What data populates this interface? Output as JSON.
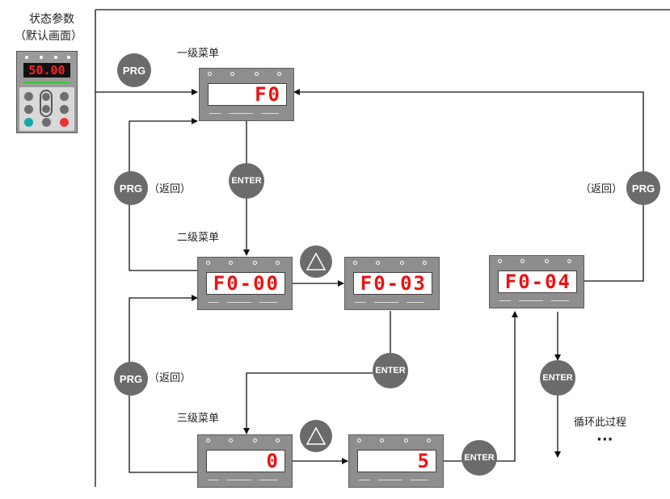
{
  "status_panel": {
    "title_line1": "状态参数",
    "title_line2": "（默认画面）",
    "display": "50.00"
  },
  "menus": {
    "level1": "一级菜单",
    "level2": "二级菜单",
    "level3": "三级菜单"
  },
  "displays": {
    "level1": "F0",
    "level2_a": "F0-00",
    "level2_b": "F0-03",
    "level2_c": "F0-04",
    "level3_a": "0",
    "level3_b": "5"
  },
  "buttons": {
    "prg": "PRG",
    "enter": "ENTER"
  },
  "labels": {
    "back": "（返回）",
    "loop": "循环此过程",
    "ellipsis": "···"
  },
  "colors": {
    "button_fill": "#6b6b6b",
    "panel_fill": "#8e8e8e",
    "digit_red": "#e11111",
    "line": "#111111"
  }
}
